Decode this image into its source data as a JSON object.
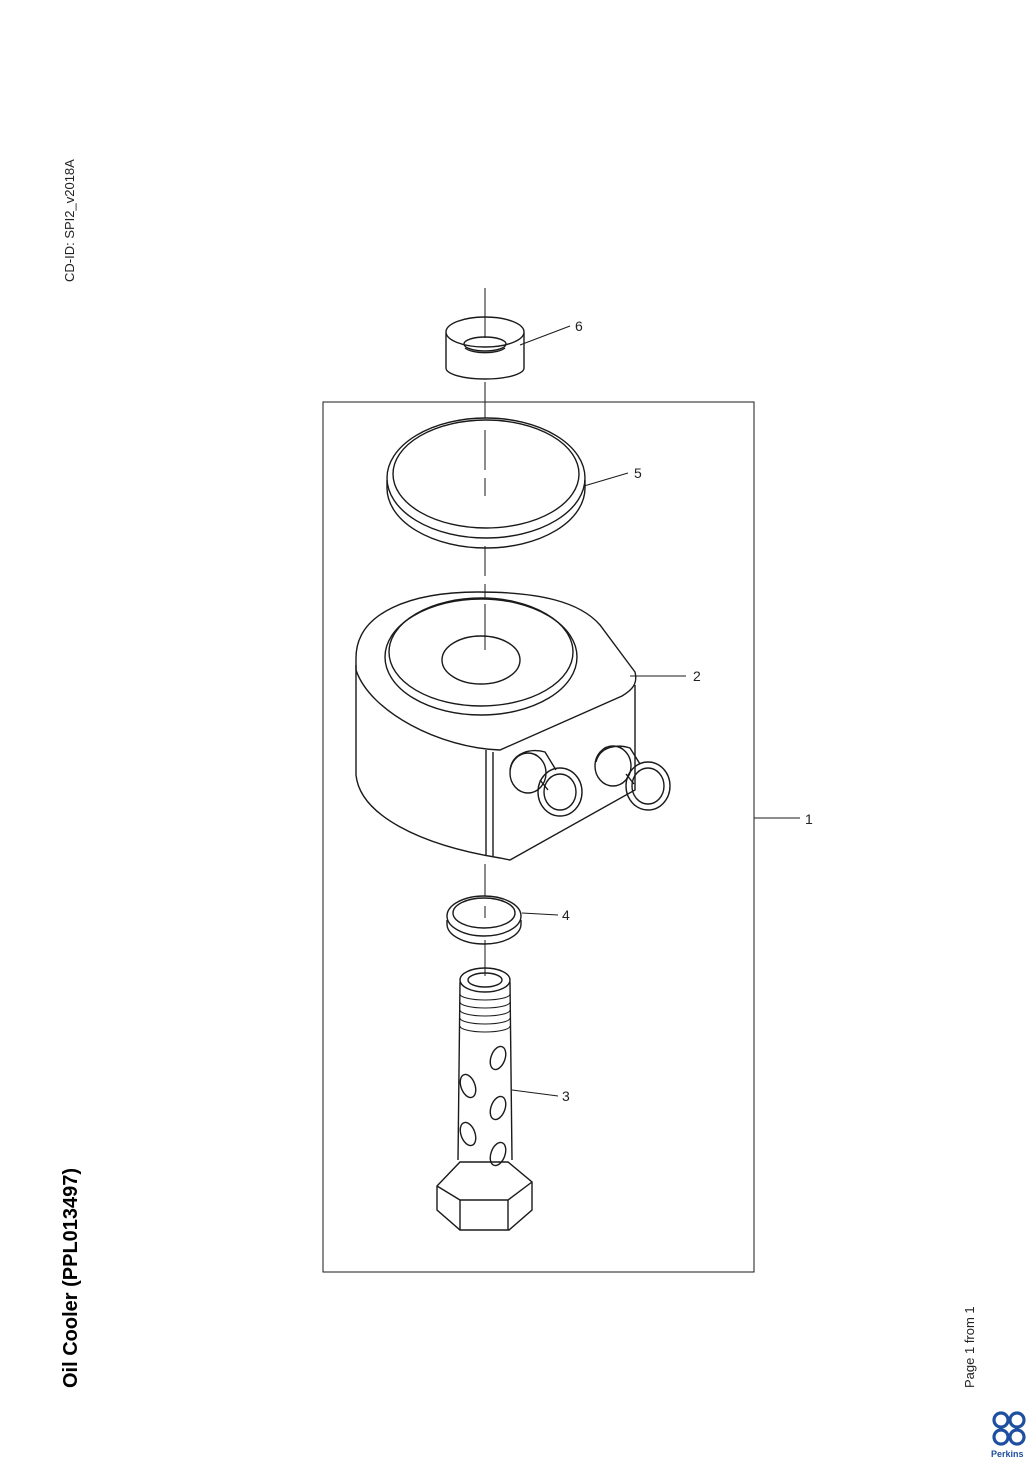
{
  "header": {
    "cd_id": "CD-ID: SPI2_v2018A"
  },
  "title": "Oil Cooler (PPL013497)",
  "footer": {
    "page": "Page 1 from 1",
    "brand": "Perkins"
  },
  "callouts": {
    "assembly": "1",
    "cooler_body": "2",
    "hollow_bolt": "3",
    "small_seal": "4",
    "large_seal": "5",
    "spacer": "6"
  },
  "colors": {
    "line": "#1a1a1a",
    "brand": "#1f4fa0"
  }
}
